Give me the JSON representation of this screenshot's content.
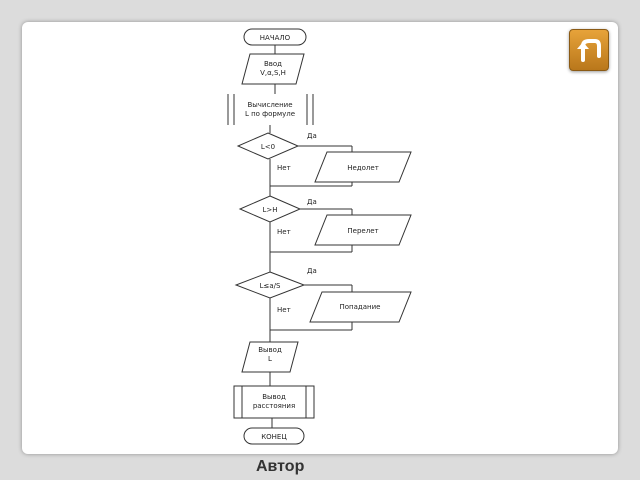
{
  "flowchart": {
    "start": "НАЧАЛО",
    "input": [
      "Ввод",
      "V,α,S,H"
    ],
    "compute": [
      "Вычисление",
      "L по формуле"
    ],
    "decision_1": "L<0",
    "output_1": "Недолет",
    "decision_2": "L>H",
    "output_2": "Перелет",
    "decision_3": "L≤a/S",
    "output_3": "Попадание",
    "output_4": [
      "Вывод",
      "L"
    ],
    "output_5": [
      "Вывод",
      "расстояния"
    ],
    "end": "КОНЕЦ",
    "yes_label": "Да",
    "no_label": "Нет"
  },
  "footer": {
    "author": "Автор"
  },
  "colors": {
    "slide_bg": "#ffffff",
    "page_bg": "#dcdcdc",
    "button": "#d08b2a",
    "stroke": "#333333"
  },
  "icons": {
    "return": "return-arrow-icon"
  }
}
